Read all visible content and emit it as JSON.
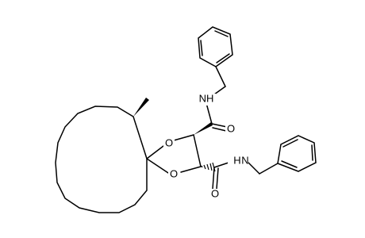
{
  "molecule": {
    "atom_labels": {
      "ring_oxygen_top": "O",
      "ring_oxygen_bottom": "O",
      "carbonyl_oxygen_top": "O",
      "carbonyl_oxygen_bottom": "O",
      "amide_nh_top": "NH",
      "amide_nh_bottom": "N"
    },
    "colors": {
      "bond": "#000000",
      "background": "#ffffff"
    }
  }
}
